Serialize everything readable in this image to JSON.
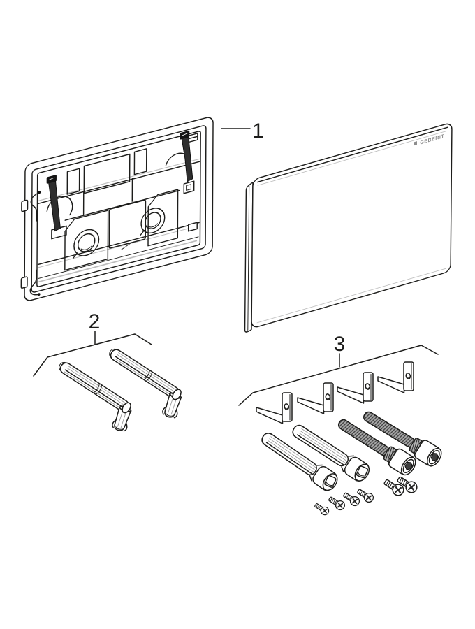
{
  "page": {
    "background": "#ffffff"
  },
  "diagram": {
    "line_color": "#1d1d1b",
    "metal_grey": "#a9a9a9",
    "callouts": [
      {
        "number": "1"
      },
      {
        "number": "2"
      },
      {
        "number": "3"
      }
    ],
    "plate_logo": {
      "text": "GEBERIT",
      "color": "#8d8d8d"
    }
  }
}
